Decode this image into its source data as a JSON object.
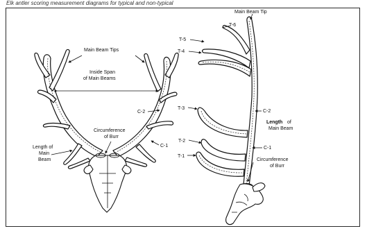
{
  "header": {
    "text": "Elk antler scoring measurement diagrams for typical and non-typical"
  },
  "left_diagram": {
    "main_beam_tips": "Main Beam Tips",
    "inside_span_line1": "Inside Span",
    "inside_span_line2": "of Main Beams",
    "c2": "C-2",
    "c1": "C-1",
    "circumference_line1": "Circumference",
    "circumference_line2": "of Burr",
    "length_line1": "Length of",
    "length_line2": "Main",
    "length_line3": "Beam"
  },
  "right_diagram": {
    "main_beam_tip": "Main Beam Tip",
    "t6": "T-6",
    "t5": "T-5",
    "t4": "T-4",
    "t3": "T-3",
    "t2": "T-2",
    "t1": "T-1",
    "c2": "C-2",
    "c1": "C-1",
    "length_line1": "Length",
    "length_line2": "of",
    "length_line3": "Main Beam",
    "circumference_line1": "Circumference",
    "circumference_line2": "of Burr"
  },
  "colors": {
    "line": "#111111",
    "background": "#ffffff"
  }
}
